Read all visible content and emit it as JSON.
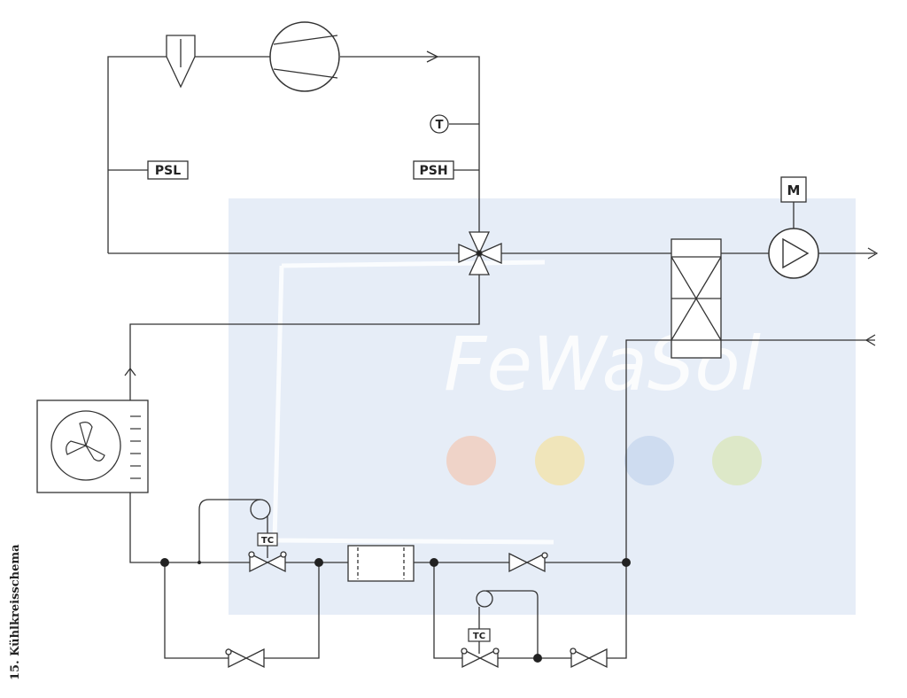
{
  "caption": "15. Kühlkreisschema",
  "labels": {
    "psl": "PSL",
    "psh": "PSH",
    "temperature": "T",
    "motor": "M",
    "tc_upper": "TC",
    "tc_lower": "TC"
  },
  "watermark": {
    "text": "FeWaSol",
    "icons": [
      "flame-icon",
      "sun-icon",
      "thermometer-icon",
      "house-icon"
    ]
  },
  "colors": {
    "line": "#333333",
    "watermark_panel": "#e6edf7",
    "watermark_text": "#ffffff"
  }
}
